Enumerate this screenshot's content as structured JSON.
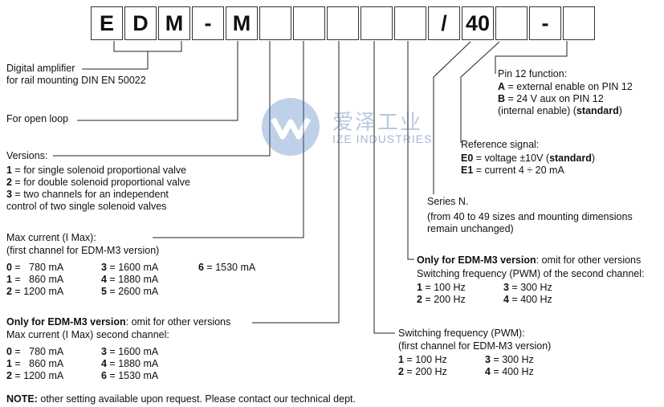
{
  "code_boxes": [
    "E",
    "D",
    "M",
    "-",
    "M",
    "",
    "",
    "",
    "",
    "",
    "/",
    "40",
    "",
    "-",
    ""
  ],
  "watermark": {
    "chinese": "爱泽工业",
    "english": "IZE INDUSTRIES",
    "logo_icon": "ize-logo-icon"
  },
  "labels": {
    "digital_amplifier_1": "Digital amplifier",
    "digital_amplifier_2": "for rail mounting DIN EN 50022",
    "open_loop": "For open loop",
    "versions_title": "Versions:",
    "versions": [
      {
        "key": "1",
        "text": " = for single solenoid proportional valve"
      },
      {
        "key": "2",
        "text": " = for double solenoid proportional valve"
      },
      {
        "key": "3",
        "text": " = two channels for an independent"
      }
    ],
    "versions_cont": "control of two single solenoid valves",
    "max_current_title": "Max current (I Max):",
    "max_current_sub": "(first channel for EDM-M3 version)",
    "max_current_rows": [
      [
        {
          "k": "0",
          "v": " =   780 mA"
        },
        {
          "k": "3",
          "v": " = 1600 mA"
        },
        {
          "k": "6",
          "v": " = 1530 mA"
        }
      ],
      [
        {
          "k": "1",
          "v": " =   860 mA"
        },
        {
          "k": "4",
          "v": " = 1880 mA"
        },
        {
          "k": "",
          "v": ""
        }
      ],
      [
        {
          "k": "2",
          "v": " = 1200 mA"
        },
        {
          "k": "5",
          "v": " = 2600 mA"
        },
        {
          "k": "",
          "v": ""
        }
      ]
    ],
    "m3_only_bold": "Only for EDM-M3 version",
    "m3_only_rest": ": omit for other versions",
    "max_current2_title": "Max current  (I Max) second channel:",
    "max_current2_rows": [
      [
        {
          "k": "0",
          "v": " =   780 mA"
        },
        {
          "k": "3",
          "v": " = 1600 mA"
        }
      ],
      [
        {
          "k": "1",
          "v": " =   860 mA"
        },
        {
          "k": "4",
          "v": " = 1880 mA"
        }
      ],
      [
        {
          "k": "2",
          "v": " = 1200 mA"
        },
        {
          "k": "6",
          "v": " = 1530 mA"
        }
      ]
    ],
    "note_bold": "NOTE:",
    "note_rest": " other setting available upon request. Please contact our technical dept.",
    "pin12_title": "Pin 12 function:",
    "pin12_a_key": "A",
    "pin12_a": " = external enable on PIN 12",
    "pin12_b_key": "B",
    "pin12_b": " = 24 V aux on PIN 12",
    "pin12_b2_pre": "(internal enable) (",
    "pin12_b2_bold": "standard",
    "pin12_b2_post": ")",
    "ref_title": "Reference signal:",
    "ref_e0_key": "E0",
    "ref_e0_pre": " = voltage ±10V (",
    "ref_e0_bold": "standard",
    "ref_e0_post": ")",
    "ref_e1_key": "E1",
    "ref_e1": " = current 4 ÷ 20 mA",
    "series_title": "Series N.",
    "series_1": "(from 40 to 49 sizes and mounting dimensions",
    "series_2": "remain unchanged)",
    "m3b_bold": "Only for EDM-M3 version",
    "m3b_rest": ": omit for other versions",
    "pwm2_title": "Switching frequency (PWM) of the second channel:",
    "pwm2_rows": [
      [
        {
          "k": "1",
          "v": " = 100 Hz"
        },
        {
          "k": "3",
          "v": " = 300 Hz"
        }
      ],
      [
        {
          "k": "2",
          "v": " = 200 Hz"
        },
        {
          "k": "4",
          "v": " = 400 Hz"
        }
      ]
    ],
    "pwm1_title": "Switching frequency (PWM):",
    "pwm1_sub": "(first channel for EDM-M3 version)",
    "pwm1_rows": [
      [
        {
          "k": "1",
          "v": " = 100 Hz"
        },
        {
          "k": "3",
          "v": " = 300 Hz"
        }
      ],
      [
        {
          "k": "2",
          "v": " = 200 Hz"
        },
        {
          "k": "4",
          "v": " = 400 Hz"
        }
      ]
    ]
  }
}
